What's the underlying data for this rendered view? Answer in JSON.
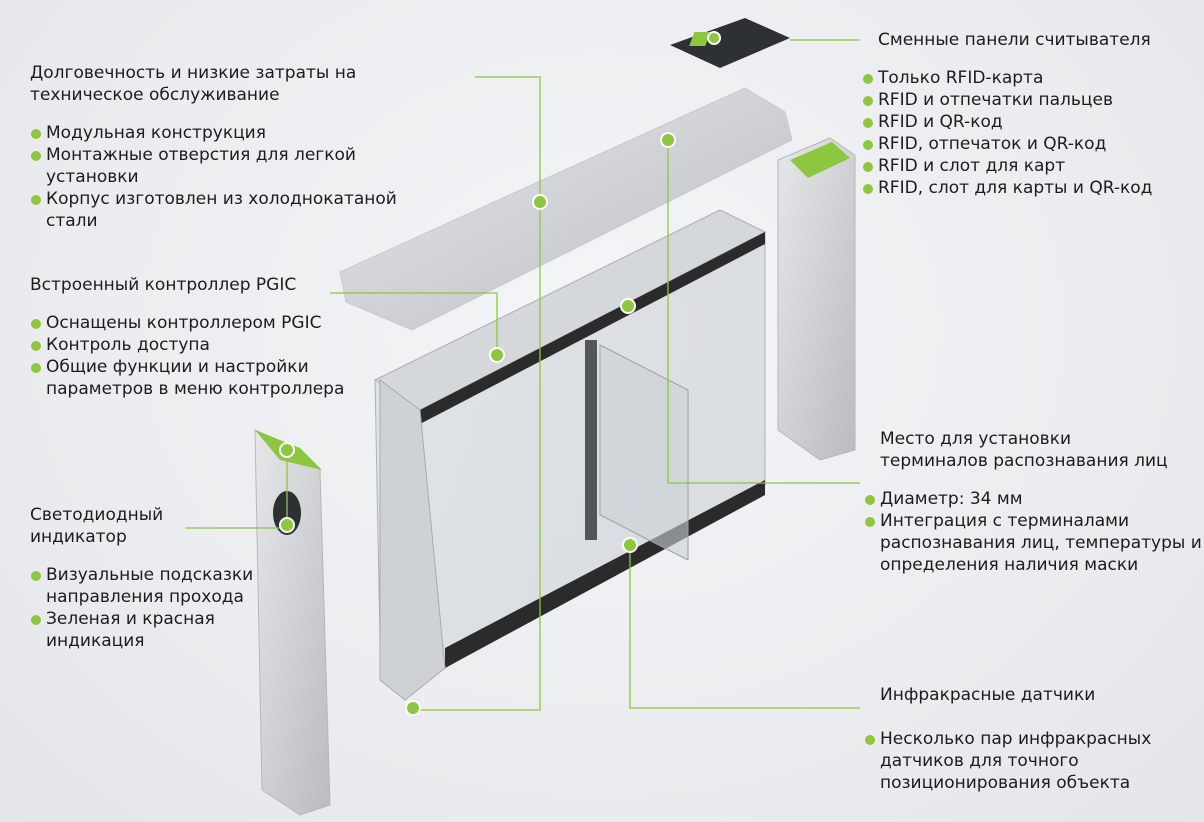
{
  "accent_color": "#8dc63f",
  "blocks": {
    "durability": {
      "title": "Долговечность и низкие затраты на техническое обслуживание",
      "items": [
        "Модульная конструкция",
        "Монтажные отверстия для легкой установки",
        "Корпус изготовлен из холоднокатаной стали"
      ]
    },
    "controller": {
      "title": "Встроенный контроллер PGIC",
      "items": [
        "Оснащены контроллером PGIC",
        "Контроль доступа",
        "Общие функции и настройки параметров в меню контроллера"
      ]
    },
    "led": {
      "title": "Светодиодный индикатор",
      "items": [
        "Визуальные подсказки направления прохода",
        "Зеленая и красная индикация"
      ]
    },
    "reader": {
      "title": "Сменные панели считывателя",
      "items": [
        "Только RFID-карта",
        "RFID и отпечатки пальцев",
        "RFID и QR-код",
        "RFID, отпечаток и QR-код",
        "RFID и слот для карт",
        "RFID, слот для карты и QR-код"
      ]
    },
    "face": {
      "title": "Место для установки терминалов распознавания лиц",
      "items": [
        "Диаметр: 34 мм",
        "Интеграция с терминалами распознавания лиц, температуры и определения наличия маски"
      ]
    },
    "infrared": {
      "title": "Инфракрасные датчики",
      "items": [
        "Несколько пар инфракрасных датчиков для точного позиционирования объекта"
      ]
    }
  }
}
